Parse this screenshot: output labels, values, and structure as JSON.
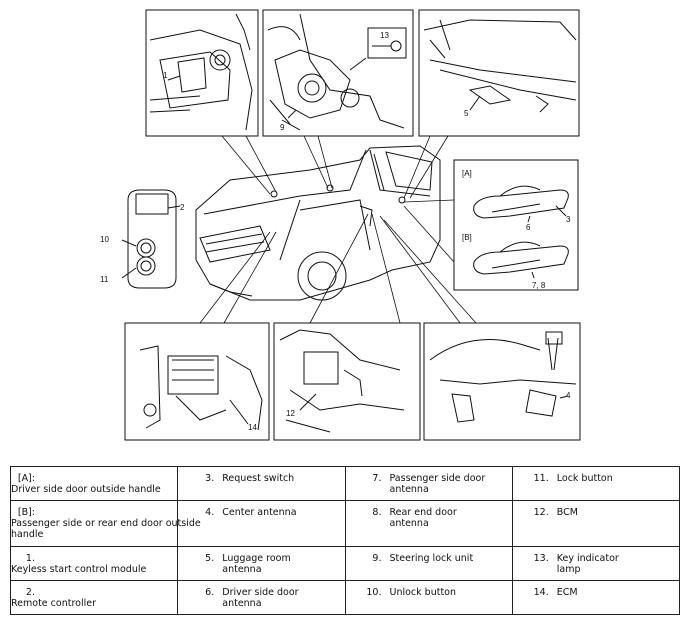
{
  "callouts": {
    "c1": "1",
    "c2": "2",
    "c3": "3",
    "c4": "4",
    "c6": "6",
    "c7": "7, 8",
    "c9": "9",
    "c10": "10",
    "c11": "11",
    "c12": "12",
    "c13": "13",
    "c14": "14",
    "cA": "[A]",
    "cB": "[B]",
    "c5": "5",
    "c3b": "3"
  },
  "legend": {
    "rows": [
      [
        {
          "num": "[A]:",
          "text": "Driver side door outside handle"
        },
        {
          "num": "3.",
          "text": "Request switch"
        },
        {
          "num": "7.",
          "text": "Passenger side door antenna"
        },
        {
          "num": "11.",
          "text": "Lock button"
        }
      ],
      [
        {
          "num": "[B]:",
          "text": "Passenger side or rear end door outside handle"
        },
        {
          "num": "4.",
          "text": "Center antenna"
        },
        {
          "num": "8.",
          "text": "Rear end door antenna"
        },
        {
          "num": "12.",
          "text": "BCM"
        }
      ],
      [
        {
          "num": "1.",
          "text": "Keyless start control module"
        },
        {
          "num": "5.",
          "text": "Luggage room antenna"
        },
        {
          "num": "9.",
          "text": "Steering lock unit"
        },
        {
          "num": "13.",
          "text": "Key indicator lamp"
        }
      ],
      [
        {
          "num": "2.",
          "text": "Remote controller"
        },
        {
          "num": "6.",
          "text": "Driver side door antenna"
        },
        {
          "num": "10.",
          "text": "Unlock button"
        },
        {
          "num": "14.",
          "text": "ECM"
        }
      ]
    ]
  }
}
